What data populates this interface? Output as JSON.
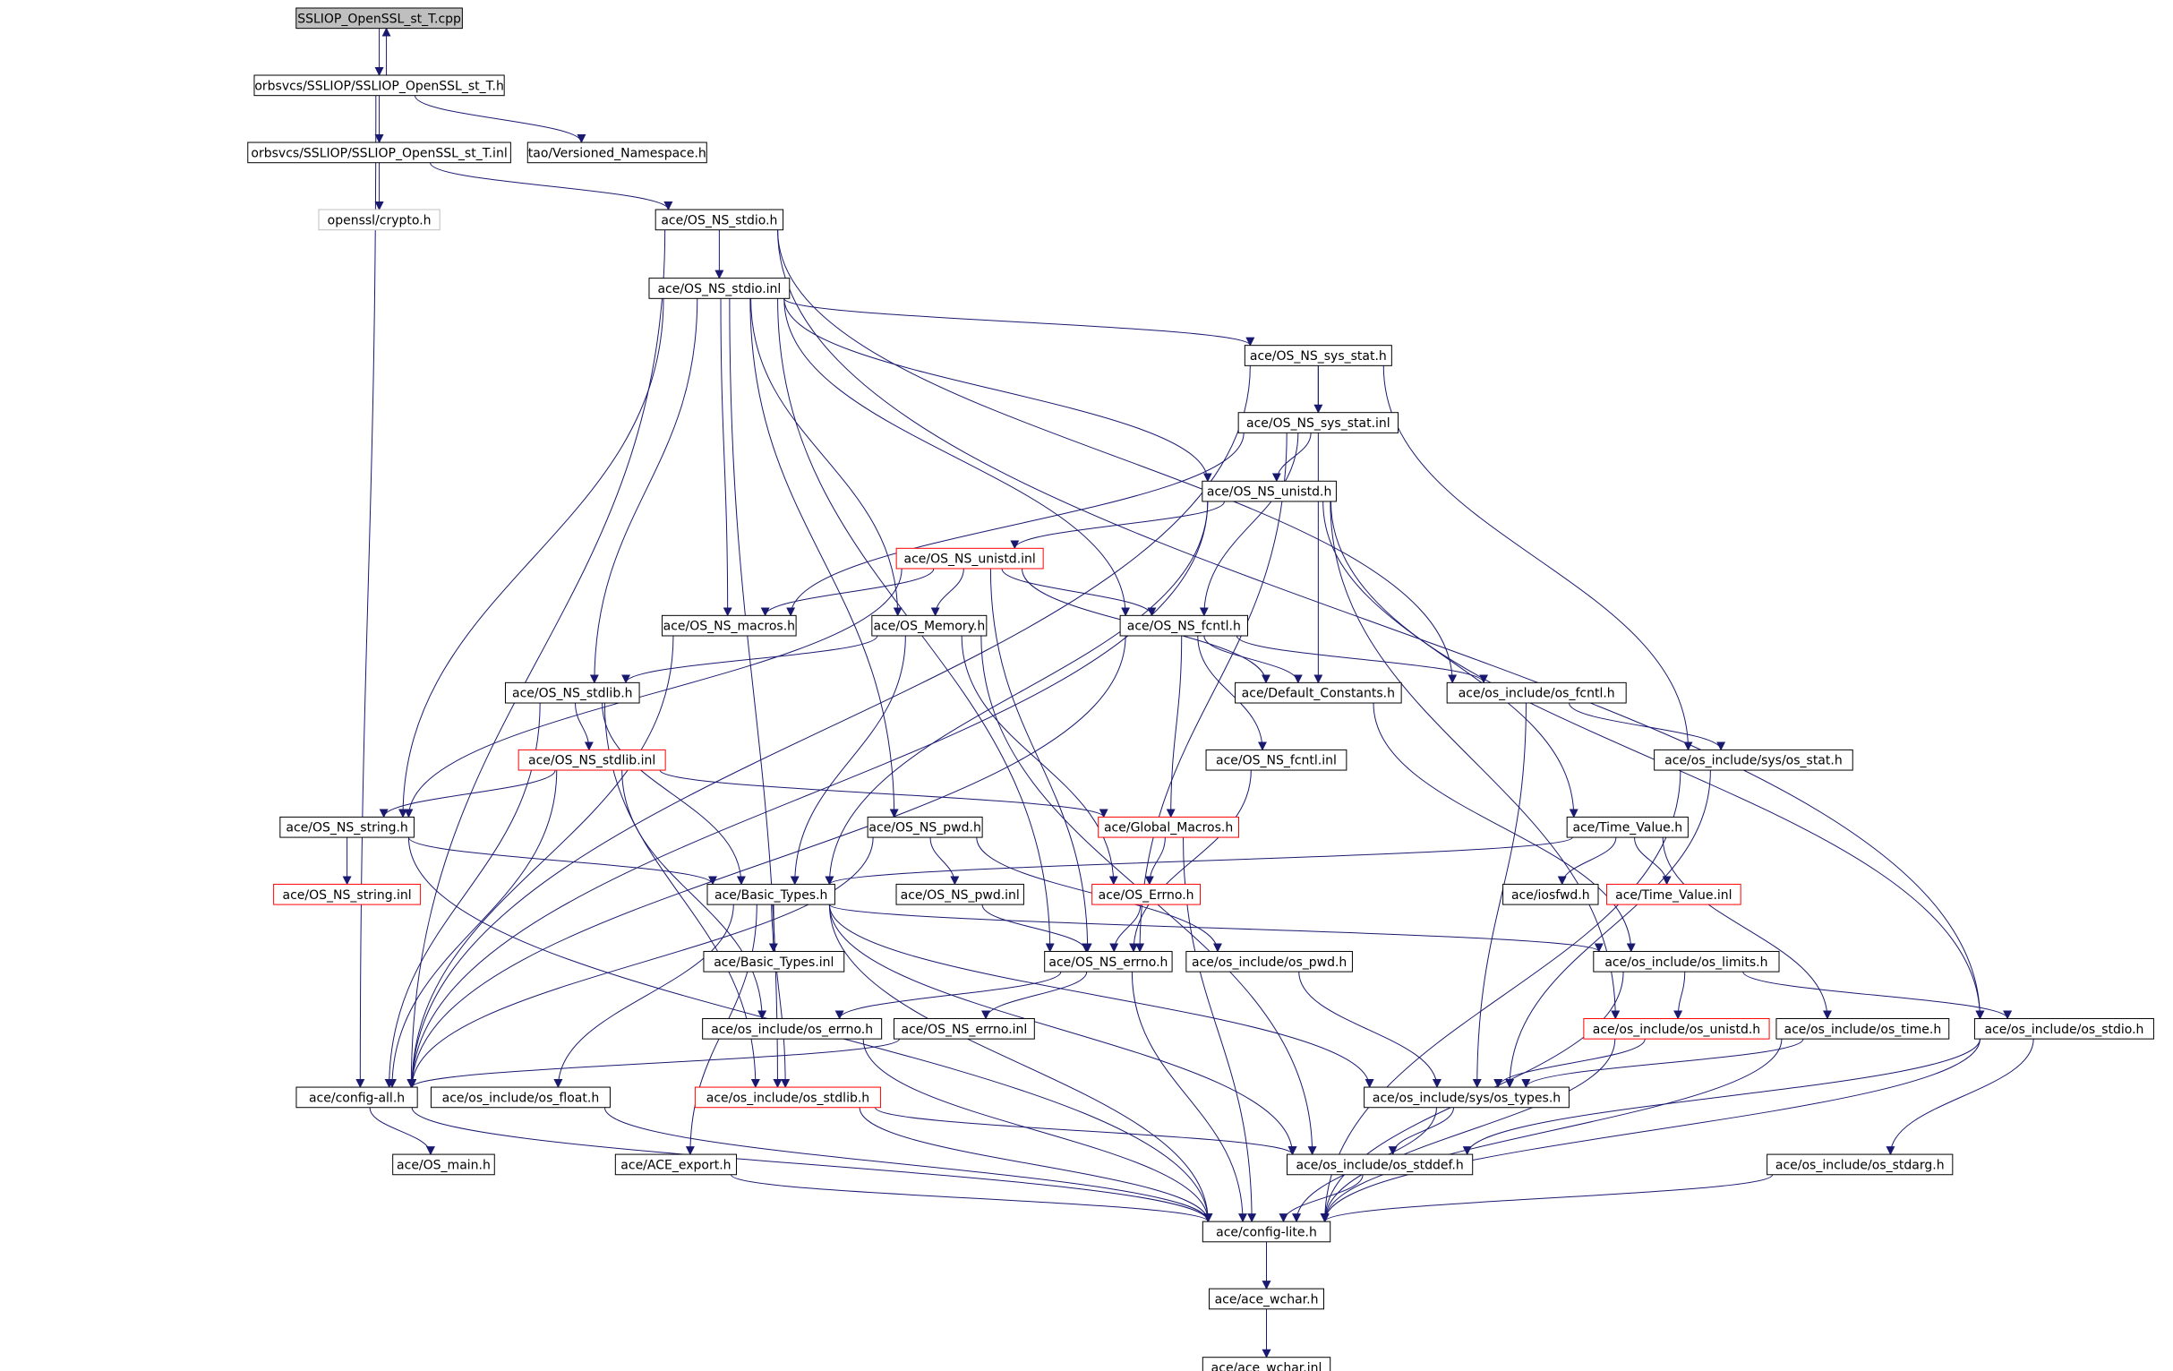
{
  "colors": {
    "edge": "#191970",
    "node_border": "#000000",
    "node_border_truncated": "#ff0000",
    "node_border_external": "#bfbfbf",
    "root_fill": "#bfbfbf",
    "node_fill": "#ffffff",
    "text": "#000000"
  },
  "nodes": [
    {
      "id": "root",
      "label": "SSLIOP_OpenSSL_st_T.cpp",
      "kind": "root"
    },
    {
      "id": "st_T_h",
      "label": "orbsvcs/SSLIOP/SSLIOP_OpenSSL_st_T.h",
      "kind": "normal"
    },
    {
      "id": "st_T_inl",
      "label": "orbsvcs/SSLIOP/SSLIOP_OpenSSL_st_T.inl",
      "kind": "normal"
    },
    {
      "id": "versioned",
      "label": "tao/Versioned_Namespace.h",
      "kind": "normal"
    },
    {
      "id": "crypto",
      "label": "openssl/crypto.h",
      "kind": "external"
    },
    {
      "id": "os_ns_stdio_h",
      "label": "ace/OS_NS_stdio.h",
      "kind": "normal"
    },
    {
      "id": "os_ns_stdio_inl",
      "label": "ace/OS_NS_stdio.inl",
      "kind": "normal"
    },
    {
      "id": "os_ns_sys_stat_h",
      "label": "ace/OS_NS_sys_stat.h",
      "kind": "normal"
    },
    {
      "id": "os_ns_sys_stat_inl",
      "label": "ace/OS_NS_sys_stat.inl",
      "kind": "normal"
    },
    {
      "id": "os_ns_unistd_h",
      "label": "ace/OS_NS_unistd.h",
      "kind": "normal"
    },
    {
      "id": "os_ns_unistd_inl",
      "label": "ace/OS_NS_unistd.inl",
      "kind": "truncated"
    },
    {
      "id": "os_ns_macros",
      "label": "ace/OS_NS_macros.h",
      "kind": "normal"
    },
    {
      "id": "os_memory",
      "label": "ace/OS_Memory.h",
      "kind": "normal"
    },
    {
      "id": "os_ns_fcntl_h",
      "label": "ace/OS_NS_fcntl.h",
      "kind": "normal"
    },
    {
      "id": "default_constants",
      "label": "ace/Default_Constants.h",
      "kind": "normal"
    },
    {
      "id": "os_include_fcntl",
      "label": "ace/os_include/os_fcntl.h",
      "kind": "normal"
    },
    {
      "id": "os_ns_stdlib_h",
      "label": "ace/OS_NS_stdlib.h",
      "kind": "normal"
    },
    {
      "id": "os_ns_stdlib_inl",
      "label": "ace/OS_NS_stdlib.inl",
      "kind": "truncated"
    },
    {
      "id": "os_ns_fcntl_inl",
      "label": "ace/OS_NS_fcntl.inl",
      "kind": "normal"
    },
    {
      "id": "sys_os_stat",
      "label": "ace/os_include/sys/os_stat.h",
      "kind": "normal"
    },
    {
      "id": "os_ns_string_h",
      "label": "ace/OS_NS_string.h",
      "kind": "normal"
    },
    {
      "id": "os_ns_string_inl",
      "label": "ace/OS_NS_string.inl",
      "kind": "truncated"
    },
    {
      "id": "os_ns_pwd_h",
      "label": "ace/OS_NS_pwd.h",
      "kind": "normal"
    },
    {
      "id": "global_macros",
      "label": "ace/Global_Macros.h",
      "kind": "truncated"
    },
    {
      "id": "time_value_h",
      "label": "ace/Time_Value.h",
      "kind": "normal"
    },
    {
      "id": "basic_types_h",
      "label": "ace/Basic_Types.h",
      "kind": "normal"
    },
    {
      "id": "os_ns_pwd_inl",
      "label": "ace/OS_NS_pwd.inl",
      "kind": "normal"
    },
    {
      "id": "os_errno",
      "label": "ace/OS_Errno.h",
      "kind": "truncated"
    },
    {
      "id": "iosfwd",
      "label": "ace/iosfwd.h",
      "kind": "normal"
    },
    {
      "id": "time_value_inl",
      "label": "ace/Time_Value.inl",
      "kind": "truncated"
    },
    {
      "id": "basic_types_inl",
      "label": "ace/Basic_Types.inl",
      "kind": "normal"
    },
    {
      "id": "os_ns_errno_h",
      "label": "ace/OS_NS_errno.h",
      "kind": "normal"
    },
    {
      "id": "os_include_pwd",
      "label": "ace/os_include/os_pwd.h",
      "kind": "normal"
    },
    {
      "id": "os_include_limits",
      "label": "ace/os_include/os_limits.h",
      "kind": "normal"
    },
    {
      "id": "os_include_errno",
      "label": "ace/os_include/os_errno.h",
      "kind": "normal"
    },
    {
      "id": "os_ns_errno_inl",
      "label": "ace/OS_NS_errno.inl",
      "kind": "normal"
    },
    {
      "id": "os_include_unistd",
      "label": "ace/os_include/os_unistd.h",
      "kind": "truncated"
    },
    {
      "id": "os_include_time",
      "label": "ace/os_include/os_time.h",
      "kind": "normal"
    },
    {
      "id": "os_include_stdio",
      "label": "ace/os_include/os_stdio.h",
      "kind": "normal"
    },
    {
      "id": "config_all",
      "label": "ace/config-all.h",
      "kind": "normal"
    },
    {
      "id": "os_include_float",
      "label": "ace/os_include/os_float.h",
      "kind": "normal"
    },
    {
      "id": "os_include_stdlib",
      "label": "ace/os_include/os_stdlib.h",
      "kind": "truncated"
    },
    {
      "id": "sys_os_types",
      "label": "ace/os_include/sys/os_types.h",
      "kind": "normal"
    },
    {
      "id": "os_main",
      "label": "ace/OS_main.h",
      "kind": "normal"
    },
    {
      "id": "ace_export",
      "label": "ace/ACE_export.h",
      "kind": "normal"
    },
    {
      "id": "os_include_stddef",
      "label": "ace/os_include/os_stddef.h",
      "kind": "normal"
    },
    {
      "id": "os_include_stdarg",
      "label": "ace/os_include/os_stdarg.h",
      "kind": "normal"
    },
    {
      "id": "config_lite",
      "label": "ace/config-lite.h",
      "kind": "normal"
    },
    {
      "id": "ace_wchar_h",
      "label": "ace/ace_wchar.h",
      "kind": "normal"
    },
    {
      "id": "ace_wchar_inl",
      "label": "ace/ace_wchar.inl",
      "kind": "normal"
    }
  ],
  "edges": [
    [
      "root",
      "st_T_h"
    ],
    [
      "st_T_h",
      "root"
    ],
    [
      "st_T_h",
      "st_T_inl"
    ],
    [
      "st_T_h",
      "versioned"
    ],
    [
      "st_T_h",
      "config_all"
    ],
    [
      "st_T_inl",
      "crypto"
    ],
    [
      "st_T_inl",
      "os_ns_stdio_h"
    ],
    [
      "os_ns_stdio_h",
      "os_ns_stdio_inl"
    ],
    [
      "os_ns_stdio_h",
      "config_all"
    ],
    [
      "os_ns_stdio_h",
      "os_include_stdio"
    ],
    [
      "os_ns_stdio_h",
      "os_include_fcntl"
    ],
    [
      "os_ns_stdio_inl",
      "os_ns_sys_stat_h"
    ],
    [
      "os_ns_stdio_inl",
      "os_ns_unistd_h"
    ],
    [
      "os_ns_stdio_inl",
      "os_ns_macros"
    ],
    [
      "os_ns_stdio_inl",
      "os_memory"
    ],
    [
      "os_ns_stdio_inl",
      "os_ns_fcntl_h"
    ],
    [
      "os_ns_stdio_inl",
      "os_ns_stdlib_h"
    ],
    [
      "os_ns_stdio_inl",
      "os_ns_string_h"
    ],
    [
      "os_ns_stdio_inl",
      "os_ns_pwd_h"
    ],
    [
      "os_ns_stdio_inl",
      "os_ns_errno_h"
    ],
    [
      "os_ns_stdio_inl",
      "os_include_stdlib"
    ],
    [
      "os_ns_sys_stat_h",
      "os_ns_sys_stat_inl"
    ],
    [
      "os_ns_sys_stat_h",
      "config_all"
    ],
    [
      "os_ns_sys_stat_h",
      "sys_os_stat"
    ],
    [
      "os_ns_sys_stat_h",
      "default_constants"
    ],
    [
      "os_ns_sys_stat_inl",
      "os_ns_unistd_h"
    ],
    [
      "os_ns_sys_stat_inl",
      "os_ns_macros"
    ],
    [
      "os_ns_sys_stat_inl",
      "os_ns_fcntl_h"
    ],
    [
      "os_ns_sys_stat_inl",
      "os_ns_errno_h"
    ],
    [
      "os_ns_unistd_h",
      "os_ns_unistd_inl"
    ],
    [
      "os_ns_unistd_h",
      "config_all"
    ],
    [
      "os_ns_unistd_h",
      "time_value_h"
    ],
    [
      "os_ns_unistd_h",
      "basic_types_h"
    ],
    [
      "os_ns_unistd_h",
      "os_include_unistd"
    ],
    [
      "os_ns_unistd_h",
      "os_include_stdio"
    ],
    [
      "os_ns_unistd_inl",
      "os_ns_macros"
    ],
    [
      "os_ns_unistd_inl",
      "os_memory"
    ],
    [
      "os_ns_unistd_inl",
      "os_ns_fcntl_h"
    ],
    [
      "os_ns_unistd_inl",
      "default_constants"
    ],
    [
      "os_ns_unistd_inl",
      "os_ns_errno_h"
    ],
    [
      "os_ns_unistd_inl",
      "os_ns_string_h"
    ],
    [
      "os_ns_macros",
      "config_all"
    ],
    [
      "os_memory",
      "os_ns_stdlib_h"
    ],
    [
      "os_memory",
      "basic_types_h"
    ],
    [
      "os_memory",
      "os_errno"
    ],
    [
      "os_memory",
      "os_include_stddef"
    ],
    [
      "os_ns_fcntl_h",
      "default_constants"
    ],
    [
      "os_ns_fcntl_h",
      "os_include_fcntl"
    ],
    [
      "os_ns_fcntl_h",
      "os_ns_fcntl_inl"
    ],
    [
      "os_ns_fcntl_h",
      "global_macros"
    ],
    [
      "os_ns_fcntl_h",
      "config_all"
    ],
    [
      "os_include_fcntl",
      "sys_os_stat"
    ],
    [
      "os_include_fcntl",
      "sys_os_types"
    ],
    [
      "default_constants",
      "os_include_limits"
    ],
    [
      "os_ns_stdlib_h",
      "os_ns_stdlib_inl"
    ],
    [
      "os_ns_stdlib_h",
      "basic_types_h"
    ],
    [
      "os_ns_stdlib_h",
      "config_all"
    ],
    [
      "os_ns_stdlib_h",
      "os_include_stdlib"
    ],
    [
      "os_ns_stdlib_inl",
      "os_ns_string_h"
    ],
    [
      "os_ns_stdlib_inl",
      "global_macros"
    ],
    [
      "os_ns_stdlib_inl",
      "os_include_errno"
    ],
    [
      "os_ns_stdlib_inl",
      "config_all"
    ],
    [
      "os_ns_fcntl_inl",
      "os_ns_errno_h"
    ],
    [
      "sys_os_stat",
      "sys_os_types"
    ],
    [
      "sys_os_stat",
      "config_lite"
    ],
    [
      "os_ns_string_h",
      "os_ns_string_inl"
    ],
    [
      "os_ns_string_h",
      "basic_types_h"
    ],
    [
      "os_ns_string_h",
      "config_lite"
    ],
    [
      "os_ns_pwd_h",
      "os_ns_pwd_inl"
    ],
    [
      "os_ns_pwd_h",
      "os_include_pwd"
    ],
    [
      "os_ns_pwd_h",
      "config_all"
    ],
    [
      "global_macros",
      "os_errno"
    ],
    [
      "global_macros",
      "config_lite"
    ],
    [
      "time_value_h",
      "basic_types_h"
    ],
    [
      "time_value_h",
      "iosfwd"
    ],
    [
      "time_value_h",
      "time_value_inl"
    ],
    [
      "time_value_h",
      "os_include_time"
    ],
    [
      "basic_types_h",
      "basic_types_inl"
    ],
    [
      "basic_types_h",
      "os_include_limits"
    ],
    [
      "basic_types_h",
      "os_include_float"
    ],
    [
      "basic_types_h",
      "ace_export"
    ],
    [
      "basic_types_h",
      "os_include_stdlib"
    ],
    [
      "basic_types_h",
      "sys_os_types"
    ],
    [
      "basic_types_h",
      "os_include_stddef"
    ],
    [
      "basic_types_h",
      "config_lite"
    ],
    [
      "os_ns_pwd_inl",
      "os_ns_errno_h"
    ],
    [
      "os_errno",
      "os_ns_errno_h"
    ],
    [
      "os_ns_errno_h",
      "os_include_errno"
    ],
    [
      "os_ns_errno_h",
      "os_ns_errno_inl"
    ],
    [
      "os_ns_errno_h",
      "config_lite"
    ],
    [
      "os_include_pwd",
      "sys_os_types"
    ],
    [
      "os_include_limits",
      "os_include_unistd"
    ],
    [
      "os_include_limits",
      "os_include_stdio"
    ],
    [
      "os_include_limits",
      "config_lite"
    ],
    [
      "os_include_errno",
      "config_lite"
    ],
    [
      "os_ns_errno_inl",
      "config_all"
    ],
    [
      "os_include_unistd",
      "sys_os_types"
    ],
    [
      "os_include_unistd",
      "config_lite"
    ],
    [
      "os_include_time",
      "sys_os_types"
    ],
    [
      "os_include_time",
      "config_lite"
    ],
    [
      "os_include_stdio",
      "os_include_stdarg"
    ],
    [
      "os_include_stdio",
      "os_include_stddef"
    ],
    [
      "os_include_stdio",
      "config_lite"
    ],
    [
      "config_all",
      "os_main"
    ],
    [
      "config_all",
      "config_lite"
    ],
    [
      "os_include_float",
      "config_lite"
    ],
    [
      "os_include_stdlib",
      "os_include_stddef"
    ],
    [
      "os_include_stdlib",
      "config_lite"
    ],
    [
      "sys_os_types",
      "os_include_stddef"
    ],
    [
      "sys_os_types",
      "config_lite"
    ],
    [
      "ace_export",
      "config_lite"
    ],
    [
      "os_include_stddef",
      "config_lite"
    ],
    [
      "os_include_stdarg",
      "config_lite"
    ],
    [
      "config_lite",
      "ace_wchar_h"
    ],
    [
      "ace_wchar_h",
      "ace_wchar_inl"
    ]
  ]
}
